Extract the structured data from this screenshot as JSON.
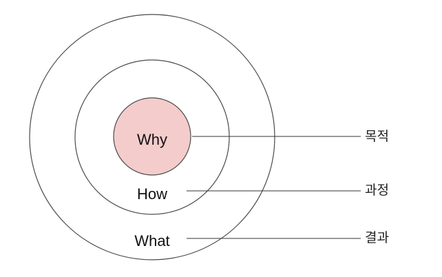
{
  "diagram": {
    "colors": {
      "core_fill": "#f4cccc",
      "ring_stroke": "#4a4a4a",
      "leader_stroke": "#333333"
    },
    "layers": [
      {
        "name": "why",
        "label": "Why",
        "meaning": "목적"
      },
      {
        "name": "how",
        "label": "How",
        "meaning": "과정"
      },
      {
        "name": "what",
        "label": "What",
        "meaning": "결과"
      }
    ]
  }
}
